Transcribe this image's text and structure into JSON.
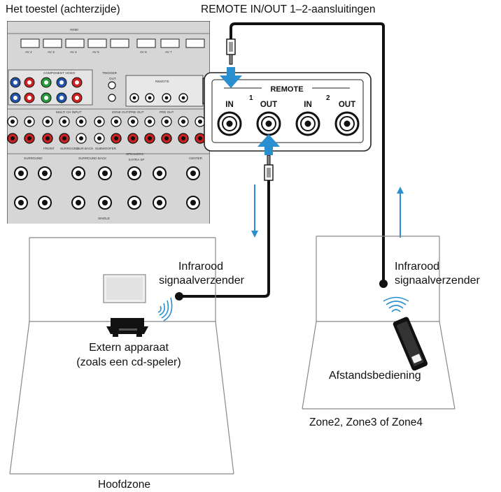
{
  "labels": {
    "rear_panel": "Het toestel (achterzijde)",
    "remote_jacks": "REMOTE IN/OUT 1–2-aansluitingen",
    "ir_emitter_left": [
      "Infrarood",
      "signaalverzender"
    ],
    "ir_emitter_right": [
      "Infrarood",
      "signaalverzender"
    ],
    "external_device": [
      "Extern apparaat",
      "(zoals een cd-speler)"
    ],
    "remote_control": "Afstandsbediening",
    "zone_sub": "Zone2, Zone3 of Zone4",
    "main_zone": "Hoofdzone"
  },
  "remote_panel": {
    "title": "REMOTE",
    "jacks": [
      "IN",
      "OUT",
      "IN",
      "OUT"
    ],
    "groups": [
      "1",
      "2"
    ]
  },
  "rear_panel_text": {
    "hdmi": "HDMI",
    "av_inputs": [
      "AV 2",
      "AV 3",
      "AV 4",
      "AV 5",
      "AV 6",
      "AV 7"
    ],
    "component_video": "COMPONENT VIDEO",
    "trigger": "TRIGGER",
    "trigger_out": "OUT",
    "remote": "REMOTE",
    "multi_ch_input": "MULTI CH INPUT",
    "pre_out": "PRE OUT",
    "zone_out": "ZONE OUT/PRE OUT",
    "front": "FRONT",
    "surround": "SURROUND",
    "sur_back": "SUR.BACK",
    "subwoofer": "SUBWOOFER",
    "speakers": "SPEAKERS",
    "surround_back": "SURROUND BACK",
    "center": "CENTER",
    "single": "SINGLE",
    "extra_sp": "EXTRA SP"
  },
  "colors": {
    "cable": "#111111",
    "arrow_blue": "#2a8fd0",
    "panel_gray": "#d6d6d6",
    "outline": "#222222"
  }
}
